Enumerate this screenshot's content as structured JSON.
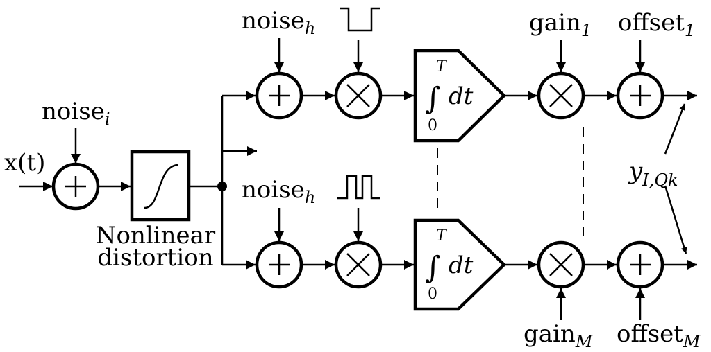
{
  "input": {
    "label": "x(t)"
  },
  "noise_input": {
    "base": "noise",
    "sub": "i"
  },
  "nonlinear": {
    "line1": "Nonlinear",
    "line2": "distortion"
  },
  "top_branch": {
    "noise": {
      "base": "noise",
      "sub": "h"
    },
    "gain": {
      "base": "gain",
      "sub": "1"
    },
    "offset": {
      "base": "offset",
      "sub": "1"
    }
  },
  "bottom_branch": {
    "noise": {
      "base": "noise",
      "sub": "h"
    },
    "gain": {
      "base": "gain",
      "sub": "M"
    },
    "offset": {
      "base": "offset",
      "sub": "M"
    }
  },
  "integrator": {
    "upper": "T",
    "lower": "0",
    "symbol": "∫",
    "dt": "dt"
  },
  "output": {
    "base": "y",
    "sub": "I,Qk"
  },
  "symbols": {
    "adder": "+",
    "multiplier": "×"
  }
}
